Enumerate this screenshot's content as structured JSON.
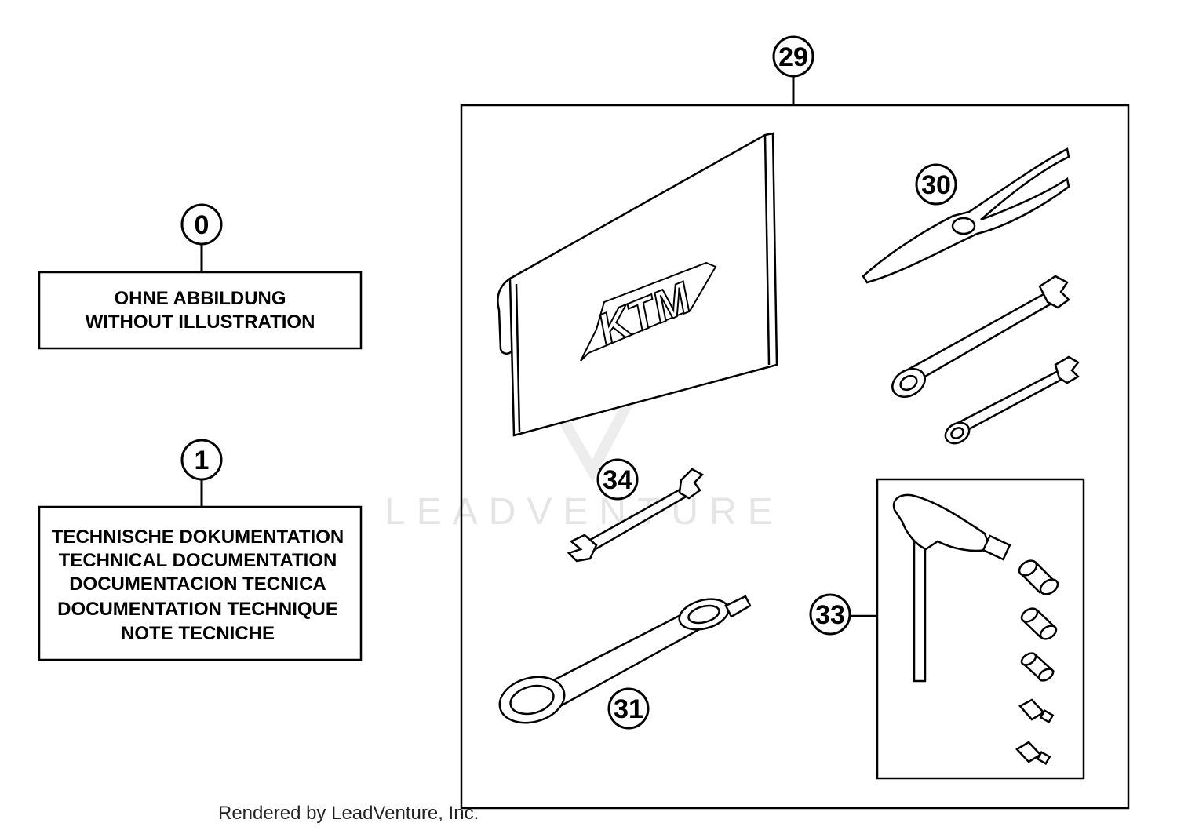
{
  "callouts": {
    "c0": "0",
    "c1": "1",
    "c29": "29",
    "c30": "30",
    "c31": "31",
    "c33": "33",
    "c34": "34"
  },
  "box0": {
    "line1": "OHNE ABBILDUNG",
    "line2": "WITHOUT ILLUSTRATION"
  },
  "box1": {
    "line1": "TECHNISCHE DOKUMENTATION",
    "line2": "TECHNICAL DOCUMENTATION",
    "line3": "DOCUMENTACION TECNICA",
    "line4": "DOCUMENTATION TECHNIQUE",
    "line5": "NOTE TECNICHE"
  },
  "pouch_logo": "KTM",
  "watermark": "LEADVENTURE",
  "footer": "Rendered by LeadVenture, Inc."
}
